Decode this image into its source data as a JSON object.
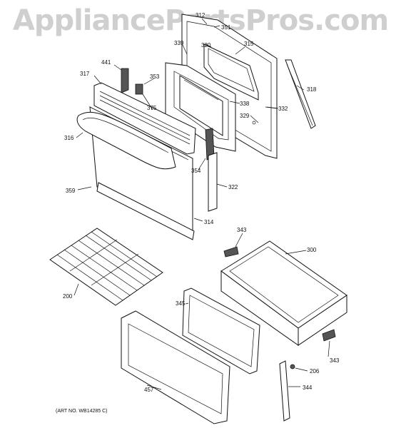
{
  "watermark": "AppliancePartsPros.com",
  "art_number": "(ART NO. WB14285 C)",
  "labels": {
    "p312": "312",
    "p351": "351",
    "p320": "320",
    "p339": "339",
    "p315": "315",
    "p441": "441",
    "p317": "317",
    "p353": "353",
    "p375": "375",
    "p338": "338",
    "p318": "318",
    "p332": "332",
    "p329": "329",
    "p316": "316",
    "p354": "354",
    "p322": "322",
    "p359": "359",
    "p314": "314",
    "p343a": "343",
    "p300": "300",
    "p200": "200",
    "p345": "345",
    "p343b": "343",
    "p206": "206",
    "p344": "344",
    "p457": "457"
  }
}
